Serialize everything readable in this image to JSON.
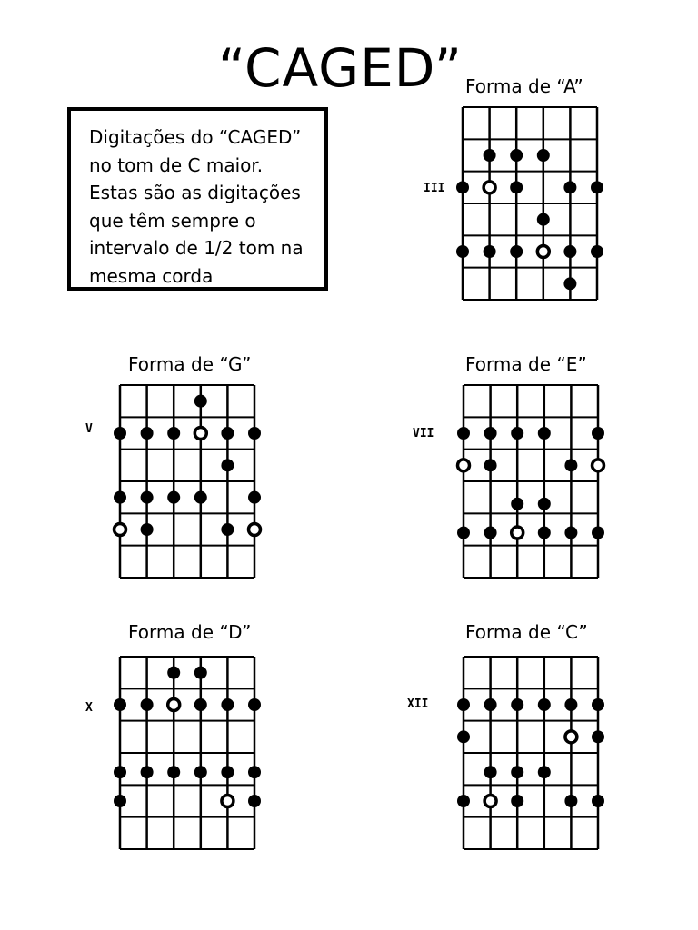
{
  "title": "“CAGED”",
  "info_box": {
    "lines": [
      "Digitações do “CAGED”",
      "no tom de C maior.",
      "Estas são as digitações",
      "que têm sempre o",
      "intervalo de 1/2 tom na",
      "mesma corda"
    ]
  },
  "diagrams": [
    {
      "caption": "Forma de “A”",
      "fret_label": "III",
      "dots": [
        {
          "string": 2,
          "fret": 1.5,
          "root": false
        },
        {
          "string": 3,
          "fret": 1.5,
          "root": false
        },
        {
          "string": 4,
          "fret": 1.5,
          "root": false
        },
        {
          "string": 1,
          "fret": 2.5,
          "root": false
        },
        {
          "string": 2,
          "fret": 2.5,
          "root": true
        },
        {
          "string": 3,
          "fret": 2.5,
          "root": false
        },
        {
          "string": 5,
          "fret": 2.5,
          "root": false
        },
        {
          "string": 6,
          "fret": 2.5,
          "root": false
        },
        {
          "string": 4,
          "fret": 3.5,
          "root": false
        },
        {
          "string": 1,
          "fret": 4.5,
          "root": false
        },
        {
          "string": 2,
          "fret": 4.5,
          "root": false
        },
        {
          "string": 3,
          "fret": 4.5,
          "root": false
        },
        {
          "string": 4,
          "fret": 4.5,
          "root": true
        },
        {
          "string": 5,
          "fret": 4.5,
          "root": false
        },
        {
          "string": 6,
          "fret": 4.5,
          "root": false
        },
        {
          "string": 5,
          "fret": 5.5,
          "root": false
        }
      ]
    },
    {
      "caption": "Forma de “G”",
      "fret_label": "V",
      "dots": [
        {
          "string": 4,
          "fret": 0.5,
          "root": false
        },
        {
          "string": 1,
          "fret": 1.5,
          "root": false
        },
        {
          "string": 2,
          "fret": 1.5,
          "root": false
        },
        {
          "string": 3,
          "fret": 1.5,
          "root": false
        },
        {
          "string": 4,
          "fret": 1.5,
          "root": true
        },
        {
          "string": 5,
          "fret": 1.5,
          "root": false
        },
        {
          "string": 6,
          "fret": 1.5,
          "root": false
        },
        {
          "string": 5,
          "fret": 2.5,
          "root": false
        },
        {
          "string": 1,
          "fret": 3.5,
          "root": false
        },
        {
          "string": 2,
          "fret": 3.5,
          "root": false
        },
        {
          "string": 3,
          "fret": 3.5,
          "root": false
        },
        {
          "string": 4,
          "fret": 3.5,
          "root": false
        },
        {
          "string": 6,
          "fret": 3.5,
          "root": false
        },
        {
          "string": 1,
          "fret": 4.5,
          "root": true
        },
        {
          "string": 2,
          "fret": 4.5,
          "root": false
        },
        {
          "string": 5,
          "fret": 4.5,
          "root": false
        },
        {
          "string": 6,
          "fret": 4.5,
          "root": true
        }
      ]
    },
    {
      "caption": "Forma de “E”",
      "fret_label": "VII",
      "dots": [
        {
          "string": 1,
          "fret": 1.5,
          "root": false
        },
        {
          "string": 2,
          "fret": 1.5,
          "root": false
        },
        {
          "string": 3,
          "fret": 1.5,
          "root": false
        },
        {
          "string": 4,
          "fret": 1.5,
          "root": false
        },
        {
          "string": 6,
          "fret": 1.5,
          "root": false
        },
        {
          "string": 1,
          "fret": 2.5,
          "root": true
        },
        {
          "string": 2,
          "fret": 2.5,
          "root": false
        },
        {
          "string": 5,
          "fret": 2.5,
          "root": false
        },
        {
          "string": 6,
          "fret": 2.5,
          "root": true
        },
        {
          "string": 3,
          "fret": 3.7,
          "root": false
        },
        {
          "string": 4,
          "fret": 3.7,
          "root": false
        },
        {
          "string": 1,
          "fret": 4.6,
          "root": false
        },
        {
          "string": 2,
          "fret": 4.6,
          "root": false
        },
        {
          "string": 3,
          "fret": 4.6,
          "root": true
        },
        {
          "string": 4,
          "fret": 4.6,
          "root": false
        },
        {
          "string": 5,
          "fret": 4.6,
          "root": false
        },
        {
          "string": 6,
          "fret": 4.6,
          "root": false
        }
      ]
    },
    {
      "caption": "Forma de “D”",
      "fret_label": "X",
      "dots": [
        {
          "string": 3,
          "fret": 0.5,
          "root": false
        },
        {
          "string": 4,
          "fret": 0.5,
          "root": false
        },
        {
          "string": 1,
          "fret": 1.5,
          "root": false
        },
        {
          "string": 2,
          "fret": 1.5,
          "root": false
        },
        {
          "string": 3,
          "fret": 1.5,
          "root": true
        },
        {
          "string": 4,
          "fret": 1.5,
          "root": false
        },
        {
          "string": 5,
          "fret": 1.5,
          "root": false
        },
        {
          "string": 6,
          "fret": 1.5,
          "root": false
        },
        {
          "string": 1,
          "fret": 3.6,
          "root": false
        },
        {
          "string": 2,
          "fret": 3.6,
          "root": false
        },
        {
          "string": 3,
          "fret": 3.6,
          "root": false
        },
        {
          "string": 4,
          "fret": 3.6,
          "root": false
        },
        {
          "string": 5,
          "fret": 3.6,
          "root": false
        },
        {
          "string": 6,
          "fret": 3.6,
          "root": false
        },
        {
          "string": 1,
          "fret": 4.5,
          "root": false
        },
        {
          "string": 5,
          "fret": 4.5,
          "root": true
        },
        {
          "string": 6,
          "fret": 4.5,
          "root": false
        }
      ]
    },
    {
      "caption": "Forma de “C”",
      "fret_label": "XII",
      "dots": [
        {
          "string": 1,
          "fret": 1.5,
          "root": false
        },
        {
          "string": 2,
          "fret": 1.5,
          "root": false
        },
        {
          "string": 3,
          "fret": 1.5,
          "root": false
        },
        {
          "string": 4,
          "fret": 1.5,
          "root": false
        },
        {
          "string": 5,
          "fret": 1.5,
          "root": false
        },
        {
          "string": 6,
          "fret": 1.5,
          "root": false
        },
        {
          "string": 1,
          "fret": 2.5,
          "root": false
        },
        {
          "string": 5,
          "fret": 2.5,
          "root": true
        },
        {
          "string": 6,
          "fret": 2.5,
          "root": false
        },
        {
          "string": 2,
          "fret": 3.6,
          "root": false
        },
        {
          "string": 3,
          "fret": 3.6,
          "root": false
        },
        {
          "string": 4,
          "fret": 3.6,
          "root": false
        },
        {
          "string": 1,
          "fret": 4.5,
          "root": false
        },
        {
          "string": 2,
          "fret": 4.5,
          "root": true
        },
        {
          "string": 3,
          "fret": 4.5,
          "root": false
        },
        {
          "string": 5,
          "fret": 4.5,
          "root": false
        },
        {
          "string": 6,
          "fret": 4.5,
          "root": false
        }
      ]
    }
  ]
}
